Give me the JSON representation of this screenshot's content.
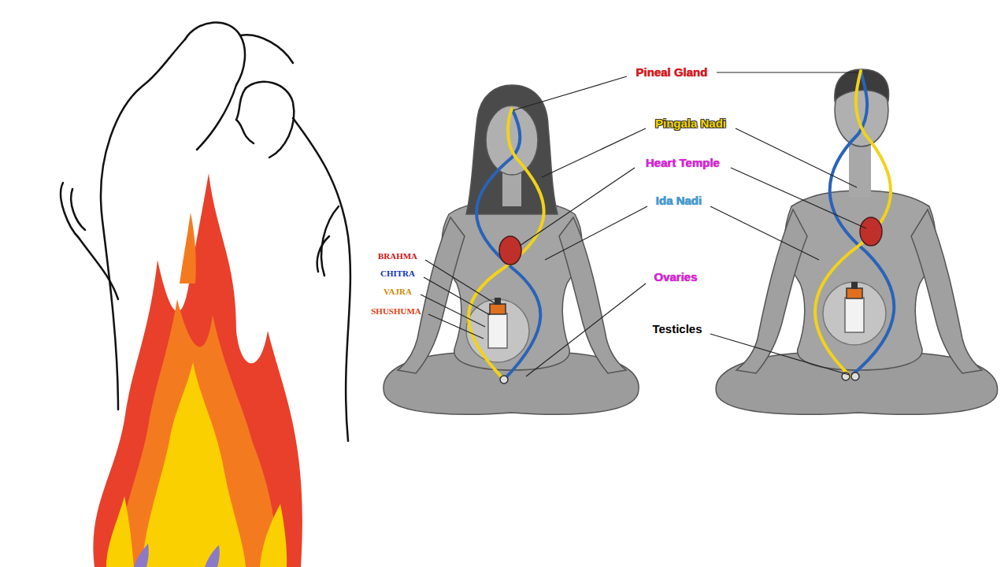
{
  "diagram": {
    "labels": [
      "Pineal Gland",
      "Pingala Nadi",
      "Heart Temple",
      "Ida Nadi",
      "BRAHMA",
      "CHITRA",
      "Ovaries",
      "VAJRA",
      "SHUSHUMA",
      "Testicles"
    ]
  }
}
